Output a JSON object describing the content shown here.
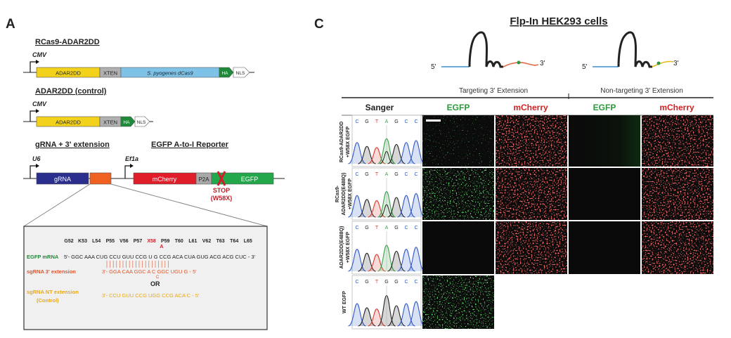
{
  "panel_a": {
    "letter": "A",
    "construct1": {
      "title": "RCas9-ADAR2DD",
      "promoter": "CMV",
      "seg1": "ADAR2DD",
      "seg2": "XTEN",
      "seg3": "S. pyogenes dCas9",
      "seg4": "HA",
      "seg5": "NLS"
    },
    "construct2": {
      "title": "ADAR2DD (control)",
      "promoter": "CMV",
      "seg1": "ADAR2DD",
      "seg2": "XTEN",
      "seg3": "HA",
      "seg4": "NLS"
    },
    "construct3": {
      "title": "gRNA + 3' extension",
      "promoter": "U6",
      "seg1": "gRNA"
    },
    "construct4": {
      "title": "EGFP A-to-I Reporter",
      "promoter": "Ef1a",
      "seg1": "mCherry",
      "seg2": "P2A",
      "seg3": "EGFP",
      "stop1": "STOP",
      "stop2": "(W58X)"
    },
    "box": {
      "codons": [
        "G52",
        "K53",
        "L54",
        "P55",
        "V56",
        "P57",
        "X58",
        "P59",
        "T60",
        "L61",
        "V62",
        "T63",
        "T64",
        "L65"
      ],
      "mut_base": "A",
      "egfp_label": "EGFP mRNA",
      "egfp_seq": "5'- GGC AAA CUG CCU GUU CCG  U  G  CCG ACA CUA GUG ACG ACG CUC - 3'",
      "ext_label": "sgRNA 3' extension",
      "ext_seq": "3'- GGA CAA GGC A  C  GGC UGU G - 5'",
      "ext_sub": "C",
      "or_text": "OR",
      "nt_label1": "sgRNA NT extension",
      "nt_label2": "(Control)",
      "nt_seq": "3'- CCU GUU CCG UGG CCG ACA C - 5'"
    }
  },
  "panel_c": {
    "letter": "C",
    "title": "Flp-In HEK293 cells",
    "five_prime": "5'",
    "three_prime": "3'",
    "group1": "Targeting 3' Extension",
    "group2": "Non-targeting 3' Extension",
    "columns": [
      "Sanger",
      "EGFP",
      "mCherry",
      "EGFP",
      "mCherry"
    ],
    "rows": [
      {
        "label1": "RCas9-ADAR2DD",
        "label2": "+W58X EGFP",
        "bases": [
          "C",
          "G",
          "T",
          "A",
          "G",
          "C",
          "C"
        ]
      },
      {
        "label1": "RCas9-",
        "label2": "ADAR2DD(E488Q)",
        "label3": "+W58X EGFP",
        "bases": [
          "C",
          "G",
          "T",
          "A",
          "G",
          "C",
          "C"
        ]
      },
      {
        "label1": "ADAR2DD(E488Q)",
        "label2": "+W58X EGFP",
        "bases": [
          "C",
          "G",
          "T",
          "A",
          "G",
          "C",
          "C"
        ]
      },
      {
        "label1": "WT EGFP",
        "bases": [
          "C",
          "G",
          "T",
          "G",
          "G",
          "C",
          "C"
        ]
      }
    ],
    "colors": {
      "A": "#3aa04a",
      "C": "#2f58c8",
      "G": "#222222",
      "T": "#d83a2e",
      "egfp": "#2a9a3a",
      "mcherry": "#d42222"
    }
  }
}
